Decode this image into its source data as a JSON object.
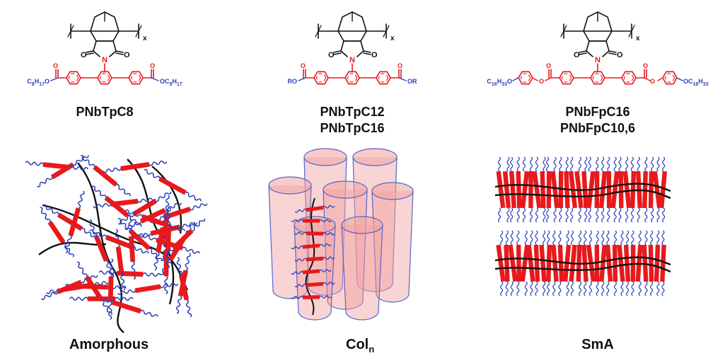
{
  "colors": {
    "core": "#e8191c",
    "tail": "#2b3fb5",
    "backbone": "#111111",
    "cylinder_fill": "#f2a0a0",
    "cylinder_edge": "#5566c8"
  },
  "polymer_subscript": "x",
  "atom_O": "O",
  "atom_N": "N",
  "panels": [
    {
      "compound_lines": [
        "PNbTpC8"
      ],
      "phase_label": "Amorphous",
      "left_group": {
        "a": "C",
        "s1": "8",
        "b": "H",
        "s2": "17",
        "c": "O"
      },
      "right_group": {
        "a": "OC",
        "s1": "8",
        "b": "H",
        "s2": "17"
      },
      "morphology_icon": "amorphous-mesogen-network"
    },
    {
      "compound_lines": [
        "PNbTpC12",
        "PNbTpC16"
      ],
      "phase_label": "Col",
      "phase_label_sub": "n",
      "left_group": {
        "a": "RO"
      },
      "right_group": {
        "a": "OR"
      },
      "morphology_icon": "columnar-cylinder-bundle"
    },
    {
      "compound_lines": [
        "PNbFpC16",
        "PNbFpC10,6"
      ],
      "phase_label": "SmA",
      "left_group": {
        "a": "C",
        "s1": "16",
        "b": "H",
        "s2": "33",
        "c": "O"
      },
      "right_group": {
        "a": "OC",
        "s1": "16",
        "b": "H",
        "s2": "33"
      },
      "morphology_icon": "smectic-a-layers"
    }
  ]
}
